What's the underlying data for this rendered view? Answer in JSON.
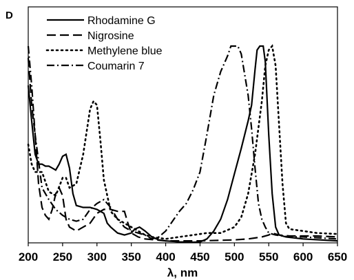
{
  "chart_data": {
    "type": "line",
    "panel_label": "D",
    "title": "",
    "xlabel": "λ, nm",
    "ylabel": "",
    "xlim": [
      200,
      650
    ],
    "ylim": [
      0,
      1
    ],
    "xticks": [
      200,
      250,
      300,
      350,
      400,
      450,
      500,
      550,
      600,
      650
    ],
    "grid": false,
    "legend_position": "top-left",
    "series": [
      {
        "name": "Rhodamine G",
        "style": "solid",
        "points": [
          [
            200,
            0.8
          ],
          [
            205,
            0.62
          ],
          [
            210,
            0.45
          ],
          [
            215,
            0.4
          ],
          [
            220,
            0.4
          ],
          [
            225,
            0.39
          ],
          [
            230,
            0.39
          ],
          [
            235,
            0.38
          ],
          [
            240,
            0.37
          ],
          [
            245,
            0.4
          ],
          [
            250,
            0.44
          ],
          [
            255,
            0.45
          ],
          [
            260,
            0.38
          ],
          [
            265,
            0.25
          ],
          [
            270,
            0.19
          ],
          [
            280,
            0.18
          ],
          [
            290,
            0.18
          ],
          [
            300,
            0.17
          ],
          [
            310,
            0.15
          ],
          [
            315,
            0.1
          ],
          [
            320,
            0.08
          ],
          [
            330,
            0.05
          ],
          [
            340,
            0.04
          ],
          [
            350,
            0.05
          ],
          [
            355,
            0.07
          ],
          [
            362,
            0.08
          ],
          [
            370,
            0.06
          ],
          [
            380,
            0.03
          ],
          [
            390,
            0.015
          ],
          [
            400,
            0.01
          ],
          [
            420,
            0.005
          ],
          [
            440,
            0.003
          ],
          [
            450,
            0.005
          ],
          [
            460,
            0.02
          ],
          [
            470,
            0.06
          ],
          [
            480,
            0.12
          ],
          [
            490,
            0.22
          ],
          [
            500,
            0.35
          ],
          [
            510,
            0.48
          ],
          [
            520,
            0.62
          ],
          [
            525,
            0.7
          ],
          [
            530,
            0.88
          ],
          [
            533,
            0.98
          ],
          [
            537,
            1.0
          ],
          [
            542,
            1.0
          ],
          [
            545,
            0.92
          ],
          [
            550,
            0.55
          ],
          [
            555,
            0.25
          ],
          [
            560,
            0.08
          ],
          [
            565,
            0.04
          ],
          [
            575,
            0.03
          ],
          [
            600,
            0.02
          ],
          [
            650,
            0.01
          ]
        ]
      },
      {
        "name": "Nigrosine",
        "style": "dashed",
        "points": [
          [
            200,
            0.94
          ],
          [
            205,
            0.7
          ],
          [
            210,
            0.55
          ],
          [
            215,
            0.3
          ],
          [
            220,
            0.18
          ],
          [
            225,
            0.14
          ],
          [
            230,
            0.12
          ],
          [
            235,
            0.17
          ],
          [
            240,
            0.25
          ],
          [
            245,
            0.28
          ],
          [
            250,
            0.24
          ],
          [
            255,
            0.12
          ],
          [
            260,
            0.08
          ],
          [
            270,
            0.06
          ],
          [
            280,
            0.08
          ],
          [
            290,
            0.1
          ],
          [
            300,
            0.15
          ],
          [
            310,
            0.17
          ],
          [
            320,
            0.17
          ],
          [
            330,
            0.16
          ],
          [
            340,
            0.16
          ],
          [
            345,
            0.1
          ],
          [
            350,
            0.05
          ],
          [
            360,
            0.03
          ],
          [
            370,
            0.02
          ],
          [
            400,
            0.01
          ],
          [
            450,
            0.01
          ],
          [
            500,
            0.015
          ],
          [
            520,
            0.02
          ],
          [
            530,
            0.025
          ],
          [
            540,
            0.03
          ],
          [
            550,
            0.04
          ],
          [
            555,
            0.05
          ],
          [
            565,
            0.04
          ],
          [
            580,
            0.035
          ],
          [
            600,
            0.035
          ],
          [
            620,
            0.035
          ],
          [
            650,
            0.03
          ]
        ]
      },
      {
        "name": "Methylene blue",
        "style": "dotted",
        "points": [
          [
            200,
            0.5
          ],
          [
            205,
            0.4
          ],
          [
            210,
            0.36
          ],
          [
            220,
            0.36
          ],
          [
            230,
            0.26
          ],
          [
            240,
            0.24
          ],
          [
            250,
            0.33
          ],
          [
            255,
            0.33
          ],
          [
            260,
            0.28
          ],
          [
            270,
            0.3
          ],
          [
            280,
            0.45
          ],
          [
            290,
            0.68
          ],
          [
            295,
            0.72
          ],
          [
            300,
            0.7
          ],
          [
            305,
            0.52
          ],
          [
            310,
            0.32
          ],
          [
            320,
            0.16
          ],
          [
            330,
            0.12
          ],
          [
            340,
            0.1
          ],
          [
            350,
            0.08
          ],
          [
            360,
            0.06
          ],
          [
            370,
            0.04
          ],
          [
            380,
            0.03
          ],
          [
            400,
            0.02
          ],
          [
            420,
            0.03
          ],
          [
            440,
            0.04
          ],
          [
            460,
            0.05
          ],
          [
            480,
            0.05
          ],
          [
            500,
            0.08
          ],
          [
            510,
            0.13
          ],
          [
            520,
            0.25
          ],
          [
            530,
            0.45
          ],
          [
            540,
            0.72
          ],
          [
            545,
            0.9
          ],
          [
            550,
            0.98
          ],
          [
            555,
            1.0
          ],
          [
            560,
            0.9
          ],
          [
            565,
            0.6
          ],
          [
            570,
            0.3
          ],
          [
            575,
            0.1
          ],
          [
            580,
            0.07
          ],
          [
            600,
            0.06
          ],
          [
            620,
            0.05
          ],
          [
            650,
            0.045
          ]
        ]
      },
      {
        "name": "Coumarin 7",
        "style": "dash-dot",
        "points": [
          [
            200,
            1.0
          ],
          [
            205,
            0.8
          ],
          [
            210,
            0.55
          ],
          [
            220,
            0.28
          ],
          [
            230,
            0.22
          ],
          [
            240,
            0.17
          ],
          [
            250,
            0.14
          ],
          [
            260,
            0.12
          ],
          [
            270,
            0.11
          ],
          [
            280,
            0.12
          ],
          [
            290,
            0.17
          ],
          [
            300,
            0.2
          ],
          [
            310,
            0.22
          ],
          [
            320,
            0.18
          ],
          [
            330,
            0.12
          ],
          [
            340,
            0.08
          ],
          [
            350,
            0.06
          ],
          [
            360,
            0.05
          ],
          [
            370,
            0.04
          ],
          [
            380,
            0.02
          ],
          [
            390,
            0.03
          ],
          [
            400,
            0.06
          ],
          [
            410,
            0.11
          ],
          [
            420,
            0.16
          ],
          [
            430,
            0.2
          ],
          [
            440,
            0.27
          ],
          [
            450,
            0.36
          ],
          [
            460,
            0.55
          ],
          [
            470,
            0.75
          ],
          [
            480,
            0.87
          ],
          [
            490,
            0.95
          ],
          [
            495,
            1.0
          ],
          [
            505,
            1.0
          ],
          [
            510,
            0.96
          ],
          [
            520,
            0.75
          ],
          [
            525,
            0.58
          ],
          [
            530,
            0.38
          ],
          [
            535,
            0.2
          ],
          [
            540,
            0.12
          ],
          [
            545,
            0.08
          ],
          [
            550,
            0.05
          ],
          [
            560,
            0.04
          ],
          [
            580,
            0.03
          ],
          [
            600,
            0.03
          ],
          [
            650,
            0.02
          ]
        ]
      }
    ]
  }
}
